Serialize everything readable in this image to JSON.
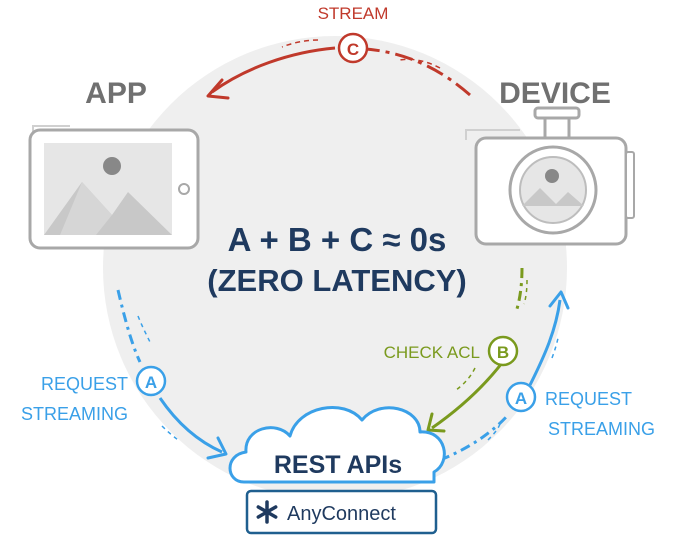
{
  "colors": {
    "stream": "#c0392b",
    "check_acl": "#7a9a1e",
    "request": "#3aa0e8",
    "heading": "#707070",
    "latency_text": "#1f3a5f",
    "rest_text": "#1f3a5f",
    "circle_bg": "#efefef",
    "device_icon": "#9a9a9a",
    "anyconnect_border": "#1f5f8f"
  },
  "labels": {
    "app": "APP",
    "device": "DEVICE",
    "stream": "STREAM",
    "stream_badge": "C",
    "check_acl": "CHECK ACL",
    "check_acl_badge": "B",
    "request_left_badge": "A",
    "request_left_line1": "REQUEST",
    "request_left_line2": "STREAMING",
    "request_right_badge": "A",
    "request_right_line1": "REQUEST",
    "request_right_line2": "STREAMING",
    "formula": "A + B + C ≈ 0s",
    "latency": "(ZERO LATENCY)",
    "rest_apis": "REST APIs",
    "anyconnect_icon": "asterisk-icon",
    "anyconnect": "AnyConnect"
  }
}
